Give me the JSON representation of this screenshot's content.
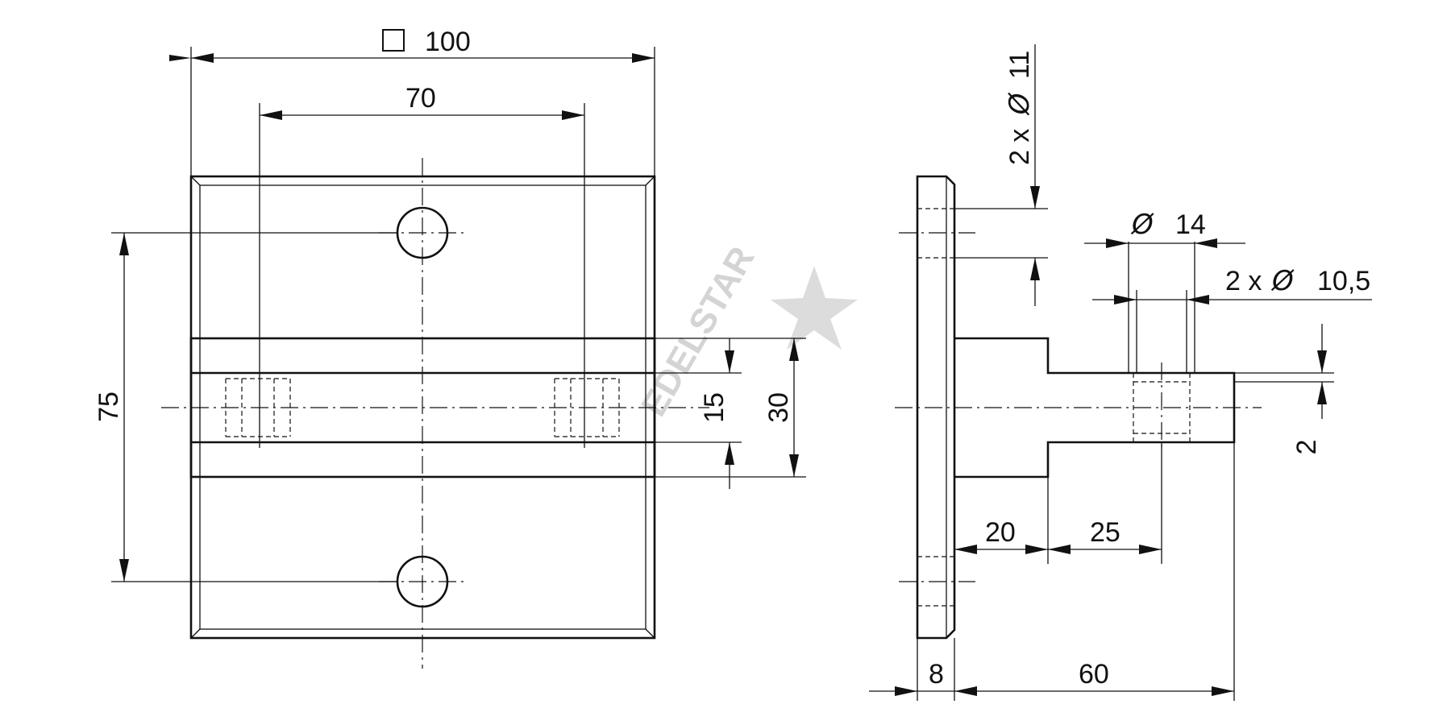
{
  "front_view": {
    "overall_size": "100",
    "hole_spacing_h": "70",
    "hole_spacing_v": "75",
    "slot_inner": "15",
    "slot_outer": "30"
  },
  "side_view": {
    "hole_callout_prefix": "2 x",
    "hole_callout_value": "11",
    "pin_diameter": "14",
    "cross_hole_prefix": "2 x",
    "cross_hole_value": "10,5",
    "step_offset": "2",
    "shoulder_length": "20",
    "hole_position": "25",
    "plate_thickness": "8",
    "projection_length": "60"
  },
  "symbols": {
    "square": "□",
    "diameter": "Ø"
  },
  "watermark": "EDELSTAR"
}
